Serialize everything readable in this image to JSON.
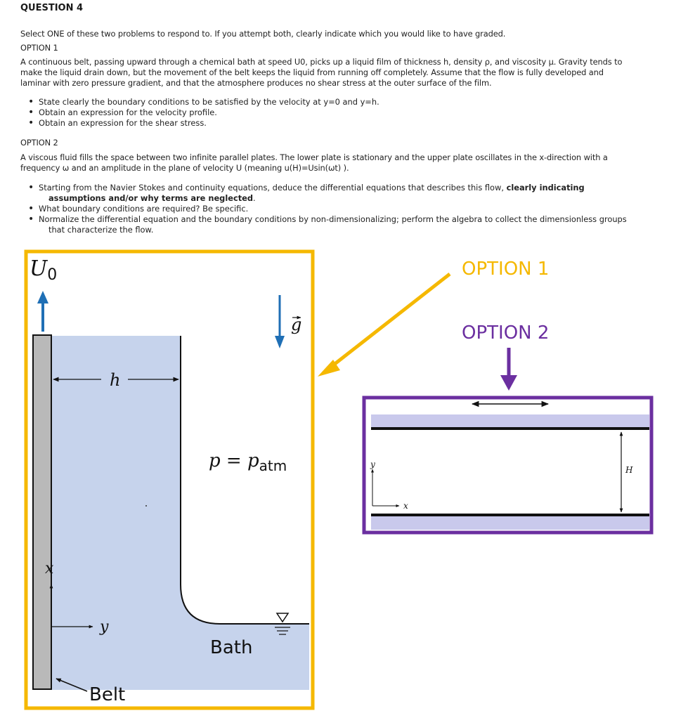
{
  "question_title": "QUESTION 4",
  "instructions": "Select ONE of these two problems to respond to.  If you attempt both, clearly indicate which you would like to have graded.",
  "option1": {
    "heading": "OPTION 1",
    "lines": [
      "A continuous belt, passing upward through a chemical bath at speed U0, picks up a liquid film of thickness h, density ρ, and viscosity μ. Gravity tends to",
      "make the liquid drain down, but the movement of the belt keeps the liquid from running off completely. Assume that the flow is fully developed and",
      "laminar with zero pressure gradient, and that the atmosphere produces no shear stress at the outer surface of the film."
    ],
    "bullets": [
      "State clearly the boundary conditions to be satisfied by the velocity at y=0 and y=h.",
      "Obtain an expression for the velocity profile.",
      "Obtain an expression for the shear stress."
    ]
  },
  "option2": {
    "heading": "OPTION 2",
    "lines": [
      "A viscous fluid fills the space between two infinite parallel plates. The lower plate is stationary and the upper plate oscillates in the x-direction with a",
      "frequency ω and an amplitude in the plane of velocity U (meaning u(H)=Usin(ωt) )."
    ],
    "bullet1_pre": "Starting from the Navier Stokes and continuity equations, deduce the differential equations that describes this flow, ",
    "bullet1_bold": "clearly indicating",
    "bullet1_cont": "assumptions and/or why terms are neglected",
    "bullet1_end": ".",
    "bullet2": "What boundary conditions are required?  Be specific.",
    "bullet3": "Normalize the differential equation and the boundary conditions by non-dimensionalizing; perform the algebra to collect the dimensionless groups",
    "bullet3_cont": "that characterize the flow."
  },
  "figure1": {
    "belt_speed": "U",
    "belt_speed_sub": "0",
    "thickness": "h",
    "gravity": "g",
    "pressure_left": "p = p",
    "pressure_sub": "atm",
    "x_axis": "x",
    "y_axis": "y",
    "bath_label": "Bath",
    "belt_label": "Belt"
  },
  "figure2": {
    "x_axis": "x",
    "y_axis": "y",
    "gap": "H"
  },
  "callouts": {
    "option1": "OPTION 1",
    "option2": "OPTION 2"
  },
  "colors": {
    "option1_accent": "#f5b800",
    "option2_accent": "#6b2fa0",
    "fluid": "#c6d3ec",
    "belt": "#b9b9b9",
    "arrow_blue": "#1f6fb5"
  }
}
